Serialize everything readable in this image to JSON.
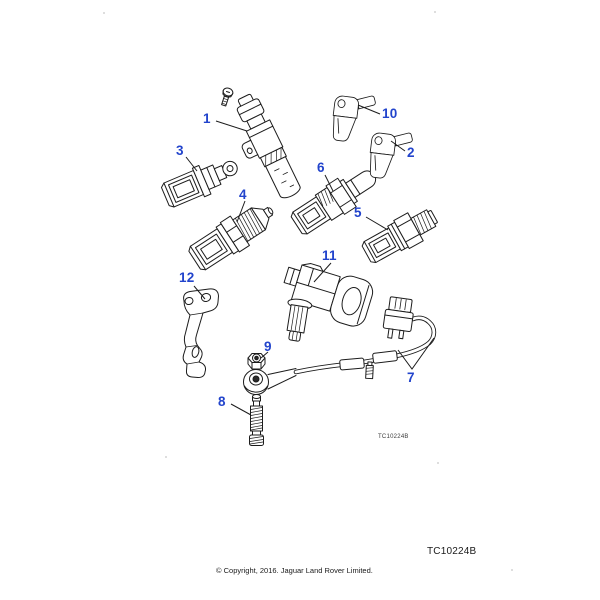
{
  "diagram": {
    "accent_color": "#2244cc",
    "line_color": "#1c1c1c",
    "inline_code": "TC10224B",
    "callouts": [
      {
        "label": "1"
      },
      {
        "label": "2"
      },
      {
        "label": "3"
      },
      {
        "label": "4"
      },
      {
        "label": "5"
      },
      {
        "label": "6"
      },
      {
        "label": "7"
      },
      {
        "label": "8"
      },
      {
        "label": "9"
      },
      {
        "label": "10"
      },
      {
        "label": "11"
      },
      {
        "label": "12"
      }
    ]
  },
  "footer": {
    "drawing_code": "TC10224B",
    "copyright": "© Copyright, 2016. Jaguar Land Rover Limited."
  }
}
